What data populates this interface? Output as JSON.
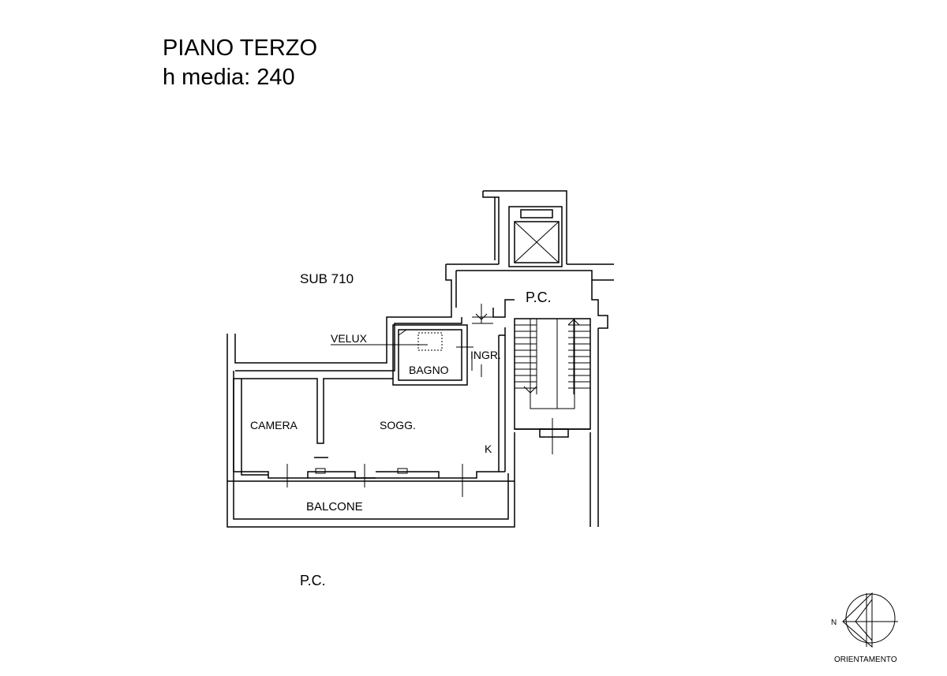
{
  "header": {
    "floor_title": "PIANO TERZO",
    "avg_height": "h media: 240"
  },
  "labels": {
    "sub": "SUB 710",
    "common_top": "P.C.",
    "common_bottom": "P.C.",
    "velux": "VELUX",
    "bagno": "BAGNO",
    "ingresso": "INGR.",
    "camera": "CAMERA",
    "soggiorno": "SOGG.",
    "kitchen": "K",
    "balcone": "BALCONE"
  },
  "compass": {
    "north": "N",
    "caption": "ORIENTAMENTO"
  }
}
